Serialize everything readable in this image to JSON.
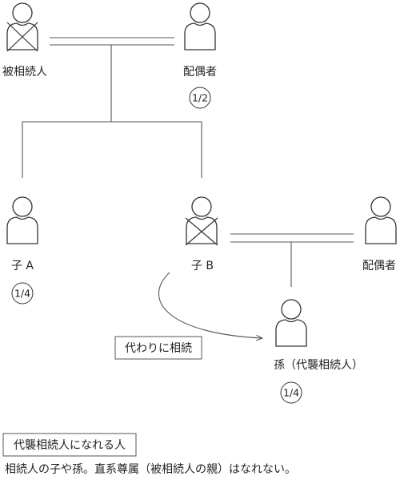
{
  "people": {
    "decedent": {
      "label": "被相続人"
    },
    "spouse": {
      "label": "配偶者",
      "share": "1/2"
    },
    "child_a": {
      "label": "子 A",
      "share": "1/4"
    },
    "child_b": {
      "label": "子 B"
    },
    "spouse_b": {
      "label": "配偶者"
    },
    "grandchild": {
      "label": "孫（代襲相続人）",
      "share": "1/4"
    }
  },
  "annotation": {
    "label": "代わりに相続"
  },
  "footer": {
    "title": "代襲相続人になれる人",
    "text": "相続人の子や孫。直系尊属（被相続人の親）はなれない。"
  }
}
